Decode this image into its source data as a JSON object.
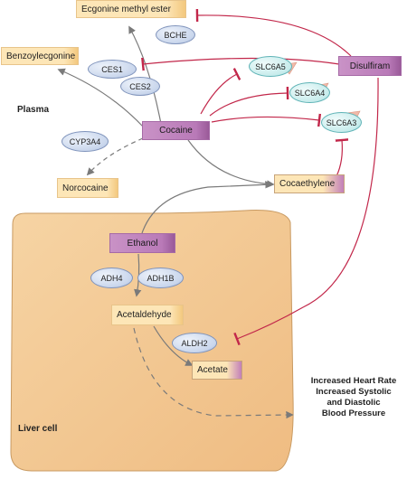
{
  "compounds": {
    "ecgonine_methyl_ester": "Ecgonine methyl ester",
    "benzoylecgonine": "Benzoylecgonine",
    "cocaine": "Cocaine",
    "norcocaine": "Norcocaine",
    "cocaethylene": "Cocaethylene",
    "ethanol": "Ethanol",
    "acetaldehyde": "Acetaldehyde",
    "acetate": "Acetate",
    "disulfiram": "Disulfiram"
  },
  "enzymes": {
    "bche": "BCHE",
    "ces1": "CES1",
    "ces2": "CES2",
    "cyp3a4": "CYP3A4",
    "adh4": "ADH4",
    "adh1b": "ADH1B",
    "aldh2": "ALDH2"
  },
  "transporters": {
    "slc6a5": "SLC6A5",
    "slc6a4": "SLC6A4",
    "slc6a3": "SLC6A3"
  },
  "compartments": {
    "plasma": "Plasma",
    "liver_cell": "Liver cell"
  },
  "outcome": {
    "line1": "Increased Heart Rate",
    "line2": "Increased Systolic",
    "line3": "and Diastolic",
    "line4": "Blood Pressure"
  },
  "colors": {
    "liver_fill": "#f2c892",
    "liver_stroke": "#c89a62",
    "arrow_gray": "#7a7a7a",
    "inhibit_red": "#c2274a",
    "compound_box": "#fde6b7",
    "drug_box": "#b97ab8"
  }
}
